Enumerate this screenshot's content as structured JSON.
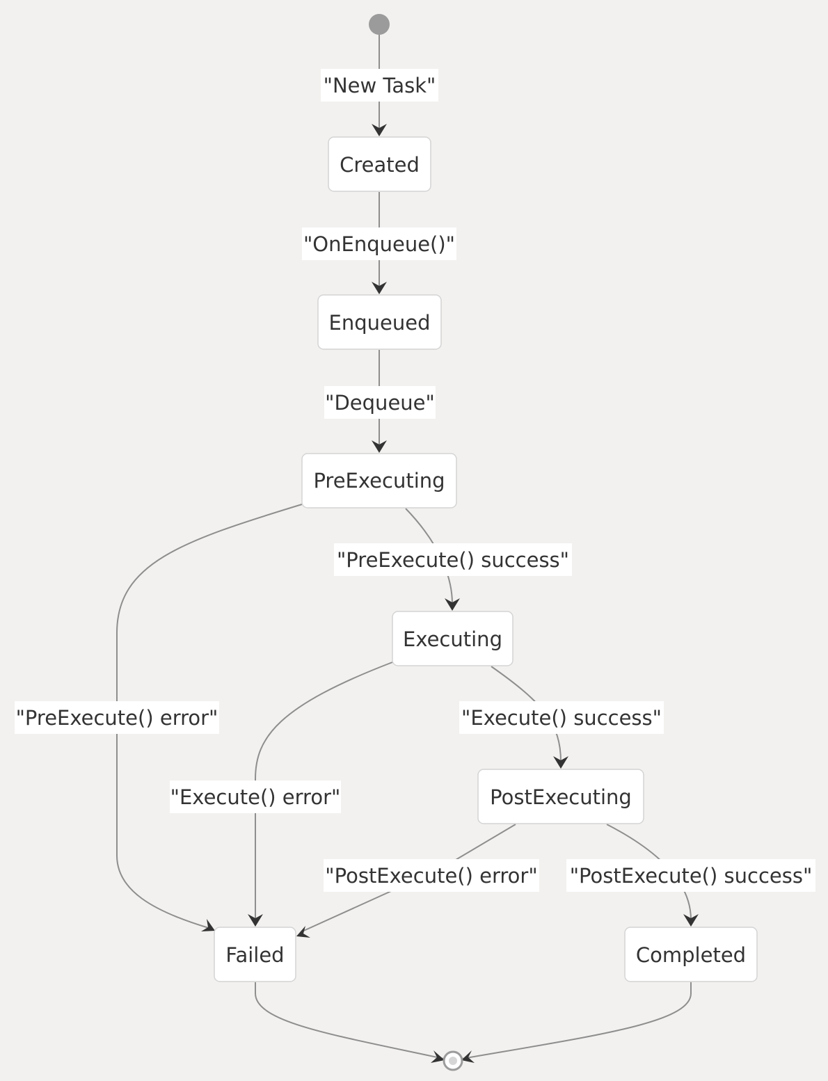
{
  "states": {
    "created": "Created",
    "enqueued": "Enqueued",
    "preexecuting": "PreExecuting",
    "executing": "Executing",
    "postexecuting": "PostExecuting",
    "failed": "Failed",
    "completed": "Completed"
  },
  "transitions": {
    "new_task": "\"New Task\"",
    "on_enqueue": "\"OnEnqueue()\"",
    "dequeue": "\"Dequeue\"",
    "preexecute_success": "\"PreExecute() success\"",
    "preexecute_error": "\"PreExecute() error\"",
    "execute_success": "\"Execute() success\"",
    "execute_error": "\"Execute() error\"",
    "postexecute_error": "\"PostExecute() error\"",
    "postexecute_success": "\"PostExecute() success\""
  },
  "colors": {
    "background": "#f2f1ef",
    "edge": "#8e8e8e",
    "arrowhead": "#333333",
    "node_fill": "#ffffff",
    "node_border": "#d4d4d4",
    "text": "#333333",
    "start_marker": "#9b9b9b"
  }
}
